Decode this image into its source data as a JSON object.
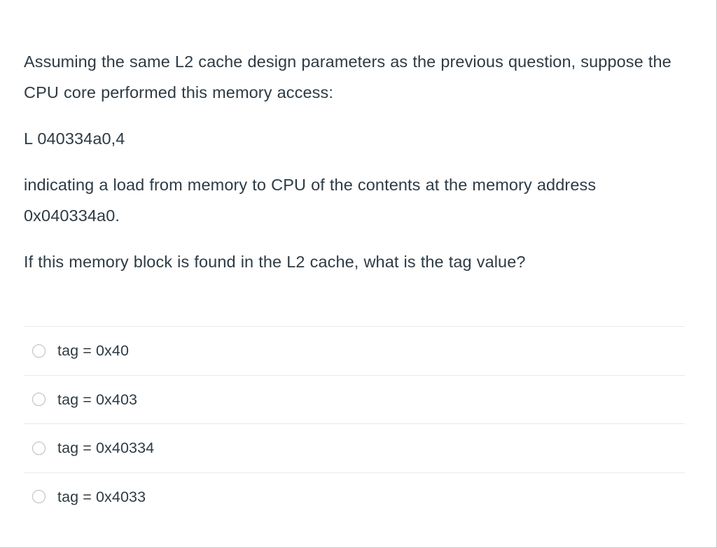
{
  "question": {
    "paragraphs": [
      "Assuming the same L2 cache design parameters as the previous question, suppose the CPU core performed this memory access:",
      "L 040334a0,4",
      "indicating a load from memory to CPU of the contents at the memory address 0x040334a0.",
      "If this memory block is found in the L2 cache, what is the tag value?"
    ],
    "prompt_text": "If this memory block is found in the L2 cache, what is the tag value?",
    "memory_access": "L 040334a0,4",
    "memory_address": "0x040334a0"
  },
  "answers": {
    "selected": null,
    "options": [
      {
        "id": "option-1",
        "label": "tag = 0x40",
        "value": "0x40",
        "selected": false
      },
      {
        "id": "option-2",
        "label": "tag = 0x403",
        "value": "0x403",
        "selected": false
      },
      {
        "id": "option-3",
        "label": "tag = 0x40334",
        "value": "0x40334",
        "selected": false
      },
      {
        "id": "option-4",
        "label": "tag = 0x4033",
        "value": "0x4033",
        "selected": false
      }
    ]
  },
  "colors": {
    "text": "#2d3b45",
    "background": "#ffffff",
    "divider": "#e8eaec",
    "radio_border": "#b6bcc1",
    "panel_border": "#c4c4c4"
  }
}
